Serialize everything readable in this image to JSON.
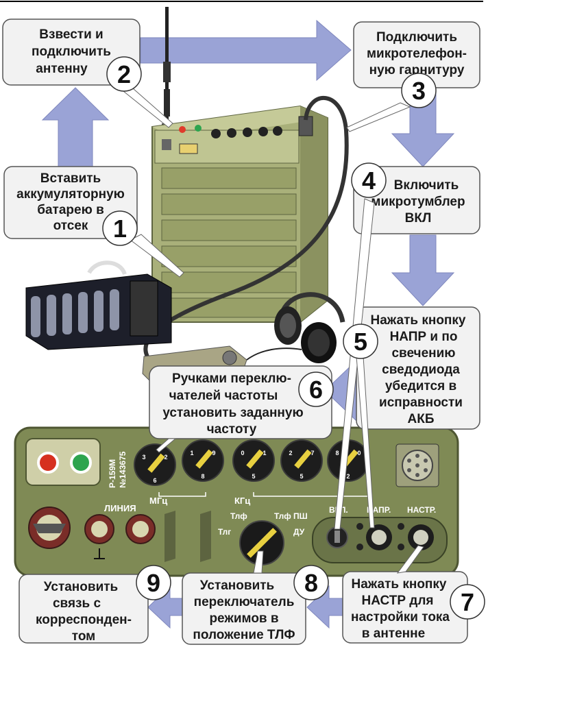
{
  "steps": [
    {
      "number": "1",
      "lines": [
        "Вставить",
        "аккумуляторную",
        "батарею в",
        "отсек"
      ]
    },
    {
      "number": "2",
      "lines": [
        "Взвести и",
        "подключить",
        "антенну"
      ]
    },
    {
      "number": "3",
      "lines": [
        "Подключить",
        "микротелефон-",
        "ную гарнитуру"
      ]
    },
    {
      "number": "4",
      "lines": [
        "Включить",
        "микротумблер",
        "ВКЛ"
      ]
    },
    {
      "number": "5",
      "lines": [
        "Нажать кнопку",
        "НАПР и по",
        "свечению",
        "сведодиода",
        "убедится в",
        "исправности",
        "АКБ"
      ]
    },
    {
      "number": "6",
      "lines": [
        "Ручками переклю-",
        "чателей частоты",
        "установить заданную",
        "частоту"
      ]
    },
    {
      "number": "7",
      "lines": [
        "Нажать кнопку",
        "НАСТР для",
        "настройки тока",
        "в антенне"
      ]
    },
    {
      "number": "8",
      "lines": [
        "Установить",
        "переключатель",
        "режимов в",
        "положение ТЛФ"
      ]
    },
    {
      "number": "9",
      "lines": [
        "Установить",
        "связь с",
        "корреспонден-",
        "том"
      ]
    }
  ],
  "panel": {
    "model": "Р-159М",
    "serial": "№143675",
    "mhz_label": "МГц",
    "khz_label": "КГц",
    "line_label": "ЛИНИЯ",
    "vkl_label": "ВКЛ.",
    "napr_label": "НАПР.",
    "nastr_label": "НАСТР.",
    "mode_labels": [
      "Тлф",
      "Тлф ПШ",
      "Тлг",
      "ДУ"
    ]
  },
  "colors": {
    "box_fill": "#f2f2f2",
    "arrow_fill": "#9aa3d6",
    "panel_fill": "#7f8a55",
    "radio_body": "#a9b07a"
  }
}
